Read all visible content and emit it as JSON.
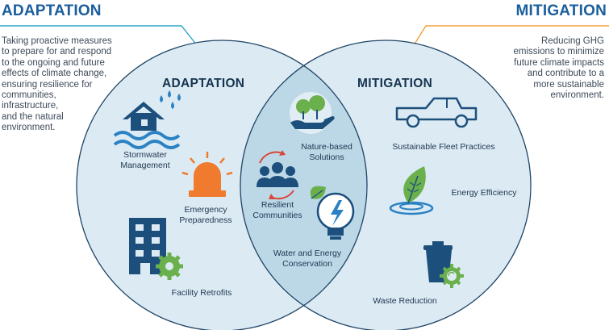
{
  "adaptation": {
    "header": "ADAPTATION",
    "circle_title": "ADAPTATION",
    "description": [
      "Taking proactive measures",
      "to prepare for and respond",
      "to the ongoing and future",
      "effects of climate change,",
      "ensuring resilience for",
      "communities,",
      "infrastructure,",
      "and the natural",
      "environment."
    ],
    "items": {
      "stormwater": [
        "Stormwater",
        "Management"
      ],
      "emergency": [
        "Emergency",
        "Preparedness"
      ],
      "facility": [
        "Facility Retrofits"
      ]
    }
  },
  "mitigation": {
    "header": "MITIGATION",
    "circle_title": "MITIGATION",
    "description": [
      "Reducing GHG",
      "emissions to minimize",
      "future climate impacts",
      "and contribute to a",
      "more sustainable",
      "environment."
    ],
    "items": {
      "fleet": [
        "Sustainable Fleet Practices"
      ],
      "efficiency": [
        "Energy Efficiency"
      ],
      "waste": [
        "Waste Reduction"
      ]
    }
  },
  "overlap": {
    "items": {
      "nature": [
        "Nature-based",
        "Solutions"
      ],
      "resilient": [
        "Resilient",
        "Communities"
      ],
      "water_energy": [
        "Water and Energy",
        "Conservation"
      ]
    }
  },
  "colors": {
    "circle_fill": "#dcebf3",
    "overlap_fill": "#bcd8e7",
    "circle_stroke": "#1e4466",
    "left_leader": "#2aa3c9",
    "right_leader": "#f0a23a",
    "icon_dark": "#1d4f7c",
    "icon_blue": "#2a82c4",
    "icon_green": "#6ab04c",
    "icon_orange": "#f07a2e",
    "icon_red": "#d9473a"
  }
}
